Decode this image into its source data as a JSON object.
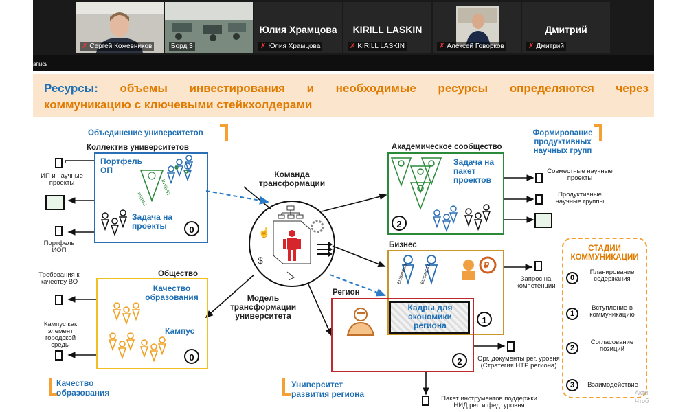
{
  "participants": [
    {
      "caption": "Сергей Кожевников",
      "big_name": ""
    },
    {
      "caption": "Борд 3",
      "big_name": ""
    },
    {
      "caption": "Юлия Храмцова",
      "big_name": "Юлия Храмцова"
    },
    {
      "caption": "KIRILL LASKIN",
      "big_name": "KIRILL LASKIN"
    },
    {
      "caption": "Алексей Говорков",
      "big_name": ""
    },
    {
      "caption": "Дмитрий",
      "big_name": "Дмитрий"
    }
  ],
  "recording_label": "апись",
  "slide": {
    "title_keyword": "Ресурсы:",
    "title_line1": "объемы инвестирования и необходимые ресурсы определяются через",
    "title_line2": "коммуникацию с ключевыми стейкхолдерами",
    "center": {
      "team_label": "Команда трансформации",
      "model_label": "Модель трансформации университета"
    },
    "universities": {
      "corner_label": "Объединение университетов",
      "title": "Коллектив университетов",
      "portfolio": "Портфель ОП",
      "task": "Задача на проекты",
      "stage": "0",
      "outputs": [
        "ИП и научные проекты",
        "Портфель ИОП"
      ]
    },
    "academic": {
      "title": "Академическое сообщество",
      "corner_label": "Формирование продуктивных научных групп",
      "task": "Задача на пакет проектов",
      "stage": "2",
      "outputs": [
        "Совместные научные проекты",
        "Продуктивные научные группы"
      ]
    },
    "society": {
      "title": "Общество",
      "quality": "Качество образования",
      "campus": "Кампус",
      "stage": "0",
      "corner_label": "Качество образования",
      "outputs": [
        "Требования к качеству ВО",
        "Кампус как элемент городской среды"
      ]
    },
    "business": {
      "title": "Бизнес",
      "personnel": "Кадры для экономики региона",
      "stage": "1",
      "output": "Запрос на компетенции",
      "badge": "BUSINESS"
    },
    "region": {
      "title": "Регион",
      "stage": "2",
      "corner_label": "Университет развития региона",
      "output_docs": "Орг. документы рег. уровня (Стратегия НТР региона)",
      "output_package": "Пакет инструментов поддержки НИД рег. и фед. уровня"
    },
    "stages": {
      "title": "СТАДИИ КОММУНИКАЦИИ",
      "items": [
        {
          "num": "0",
          "label": "Планирование содержания"
        },
        {
          "num": "1",
          "label": "Вступление в коммуникацию"
        },
        {
          "num": "2",
          "label": "Согласование позиций"
        },
        {
          "num": "3",
          "label": "Взаимодействие"
        }
      ]
    },
    "invest_labels": [
      "PRINC.",
      "INVEST"
    ],
    "watermark": "Акти Чтоб"
  }
}
